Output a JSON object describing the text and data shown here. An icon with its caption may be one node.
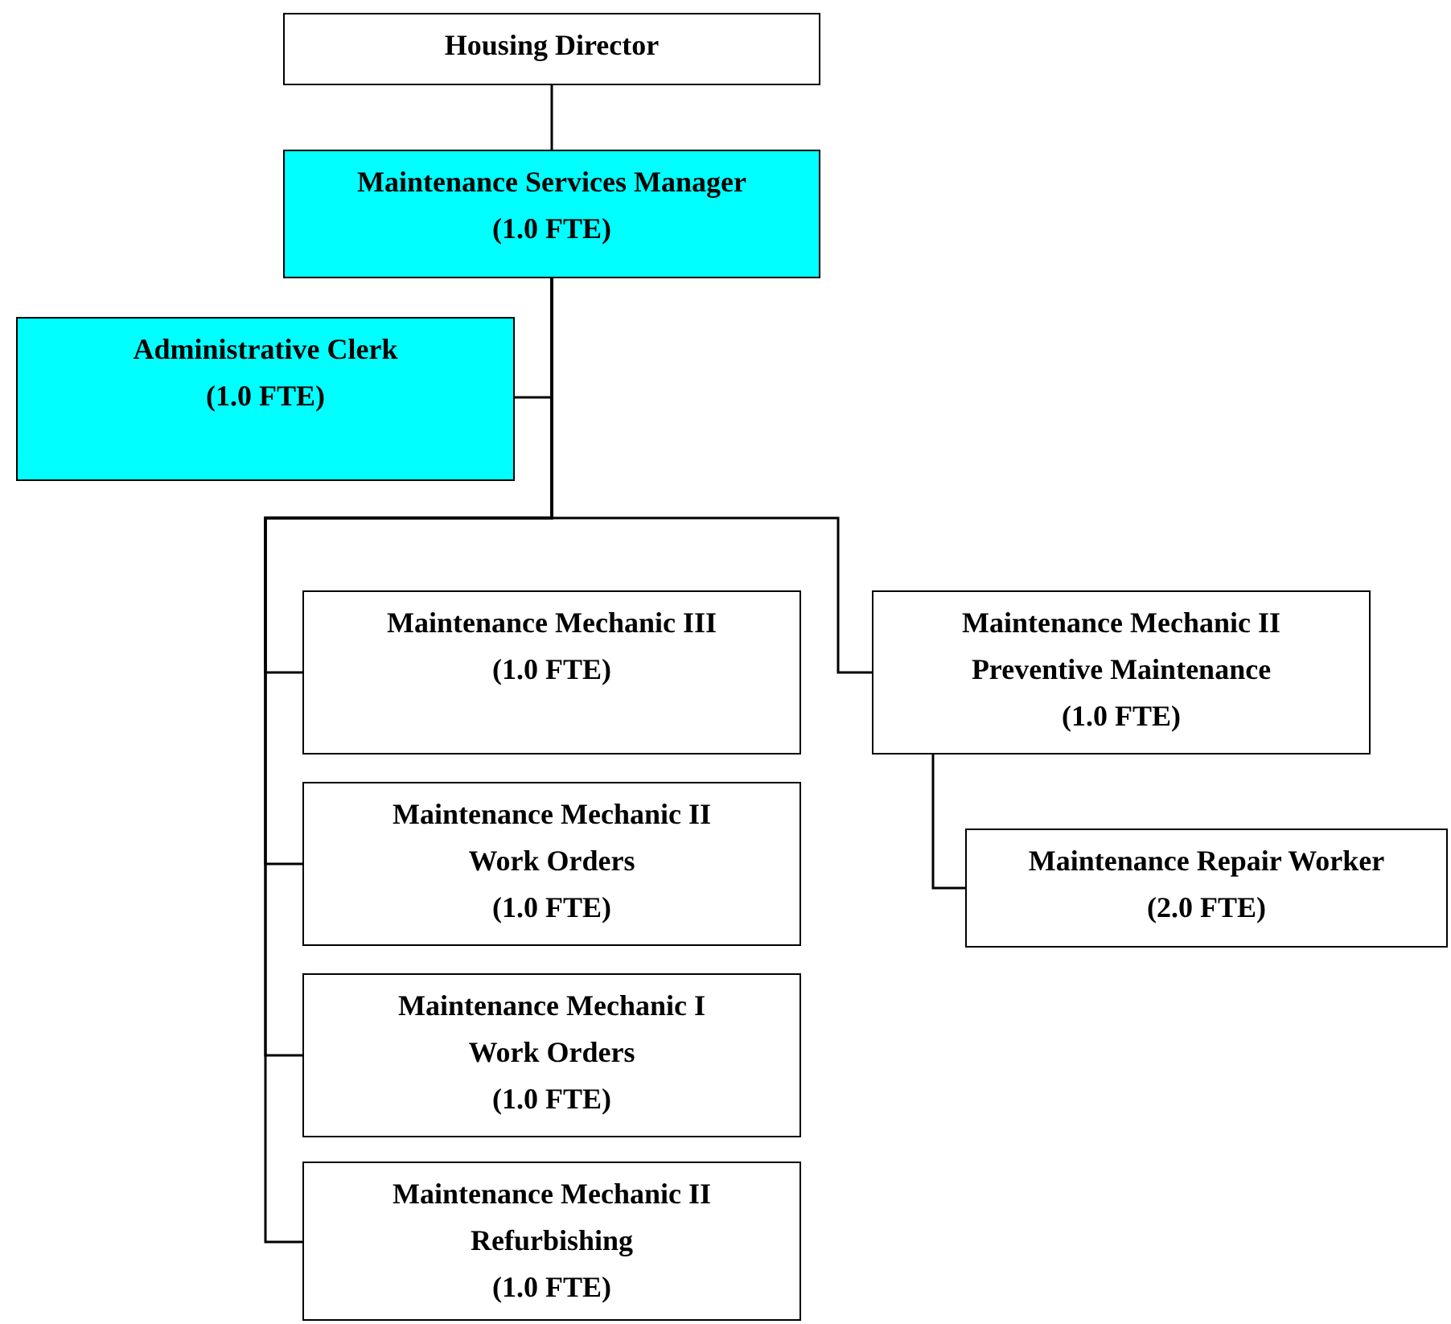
{
  "diagram": {
    "nodes": [
      {
        "text": [
          "Housing Director"
        ]
      },
      {
        "text": [
          "Maintenance Services Manager",
          "(1.0 FTE)"
        ]
      },
      {
        "text": [
          "Administrative Clerk",
          "(1.0 FTE)"
        ]
      },
      {
        "text": [
          "Maintenance Mechanic III",
          "(1.0 FTE)"
        ]
      },
      {
        "text": [
          "Maintenance Mechanic II",
          "Preventive Maintenance",
          "(1.0 FTE)"
        ]
      },
      {
        "text": [
          "Maintenance Mechanic II",
          "Work Orders",
          "(1.0 FTE)"
        ]
      },
      {
        "text": [
          "Maintenance Repair Worker",
          "(2.0 FTE)"
        ]
      },
      {
        "text": [
          "Maintenance Mechanic I",
          "Work Orders",
          "(1.0 FTE)"
        ]
      },
      {
        "text": [
          "Maintenance Mechanic II",
          "Refurbishing",
          "(1.0 FTE)"
        ]
      }
    ],
    "edges": [
      {
        "from": 0,
        "to": 1,
        "arrow": "none"
      },
      {
        "from": 1,
        "to": 2,
        "arrow": "none"
      },
      {
        "from": 1,
        "to": 3,
        "arrow": "none"
      },
      {
        "from": 1,
        "to": 4,
        "arrow": "none"
      },
      {
        "from": 1,
        "to": 5,
        "arrow": "none"
      },
      {
        "from": 1,
        "to": 7,
        "arrow": "none"
      },
      {
        "from": 1,
        "to": 8,
        "arrow": "none"
      },
      {
        "from": 4,
        "to": 6,
        "arrow": "none"
      }
    ]
  }
}
